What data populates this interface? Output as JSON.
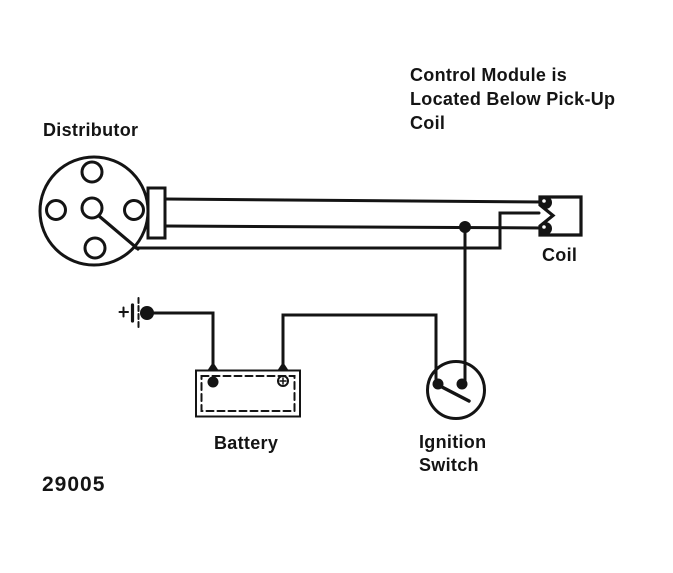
{
  "figure": {
    "note": "Control Module is\nLocated Below Pick-Up\nCoil",
    "figure_number": "29005"
  },
  "components": {
    "distributor": {
      "label": "Distributor"
    },
    "coil": {
      "label": "Coil"
    },
    "battery": {
      "label": "Battery"
    },
    "ignition_switch": {
      "label": "Ignition\nSwitch"
    }
  },
  "icons": {
    "ground_terminal": "battery-positive-terminal-symbol"
  },
  "colors": {
    "line": "#141414",
    "background": "#ffffff"
  }
}
